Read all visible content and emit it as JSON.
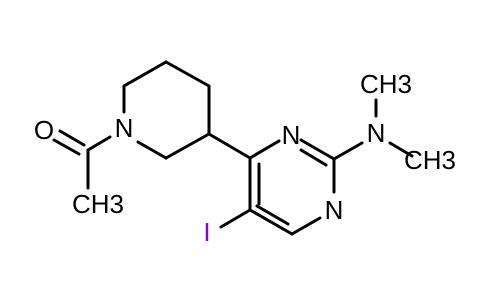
{
  "molecule": {
    "atoms": {
      "carbonyl_o": "O",
      "ch3_acetyl": "CH3",
      "ring_n": "N",
      "pyr_n3": "N",
      "pyr_n1": "N",
      "amine_n": "N",
      "ch3_top": "CH3",
      "ch3_right": "CH3",
      "iodo": "I"
    },
    "colors": {
      "bond": "#000000",
      "heteroatom": "#000000",
      "iodine": "#9400d3"
    }
  }
}
